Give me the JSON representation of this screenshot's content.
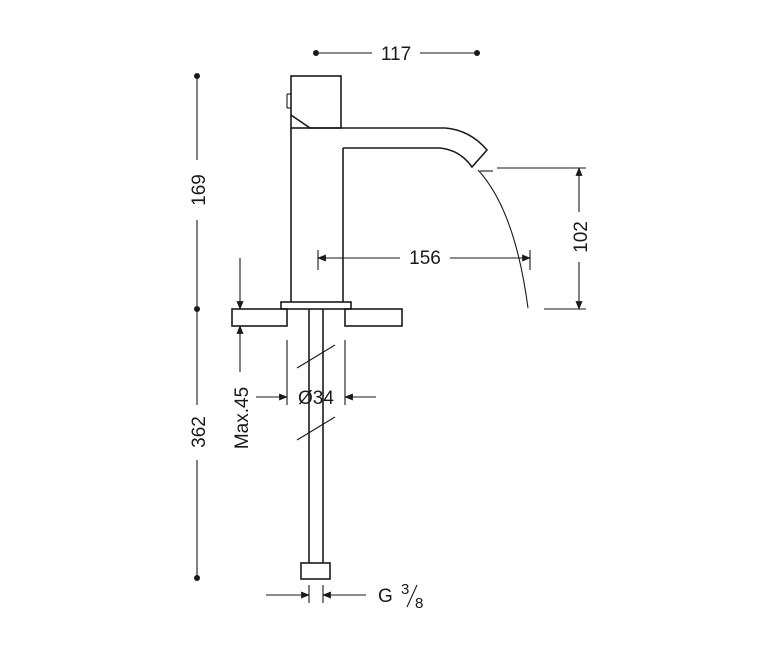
{
  "dimensions": {
    "top_width": "117",
    "total_height": "169",
    "spout_reach": "156",
    "spout_height": "102",
    "max_thickness": "Max.45",
    "hole_diameter": "Ø34",
    "lower_length": "362",
    "connection": "G",
    "connection_num": "3",
    "connection_den": "8"
  },
  "colors": {
    "line": "#1a1a1a",
    "hatch": "#555555"
  }
}
